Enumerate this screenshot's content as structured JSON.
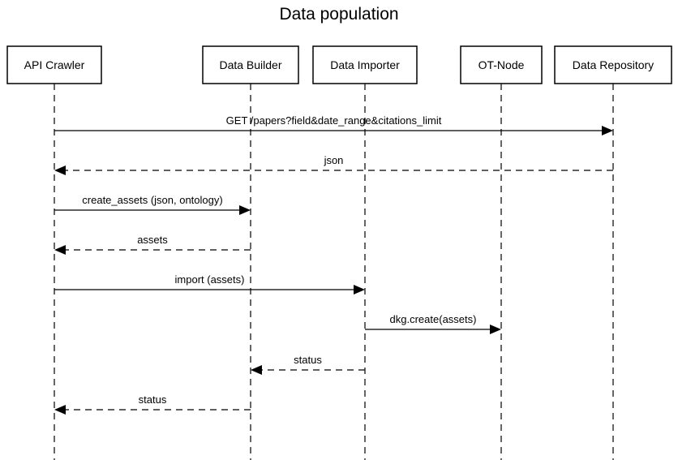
{
  "title": "Data population",
  "participants": [
    {
      "id": "crawler",
      "name": "API Crawler"
    },
    {
      "id": "builder",
      "name": "Data Builder"
    },
    {
      "id": "importer",
      "name": "Data Importer"
    },
    {
      "id": "otnode",
      "name": "OT-Node"
    },
    {
      "id": "repo",
      "name": "Data Repository"
    }
  ],
  "messages": [
    {
      "from": "crawler",
      "to": "repo",
      "label": "GET /papers?field&date_range&citations_limit",
      "style": "solid"
    },
    {
      "from": "repo",
      "to": "crawler",
      "label": "json",
      "style": "dashed"
    },
    {
      "from": "crawler",
      "to": "builder",
      "label": "create_assets (json, ontology)",
      "style": "solid"
    },
    {
      "from": "builder",
      "to": "crawler",
      "label": "assets",
      "style": "dashed"
    },
    {
      "from": "crawler",
      "to": "importer",
      "label": "import (assets)",
      "style": "solid"
    },
    {
      "from": "importer",
      "to": "otnode",
      "label": "dkg.create(assets)",
      "style": "solid"
    },
    {
      "from": "importer",
      "to": "builder",
      "label": "status",
      "style": "dashed"
    },
    {
      "from": "builder",
      "to": "crawler",
      "label": "status",
      "style": "dashed"
    }
  ]
}
